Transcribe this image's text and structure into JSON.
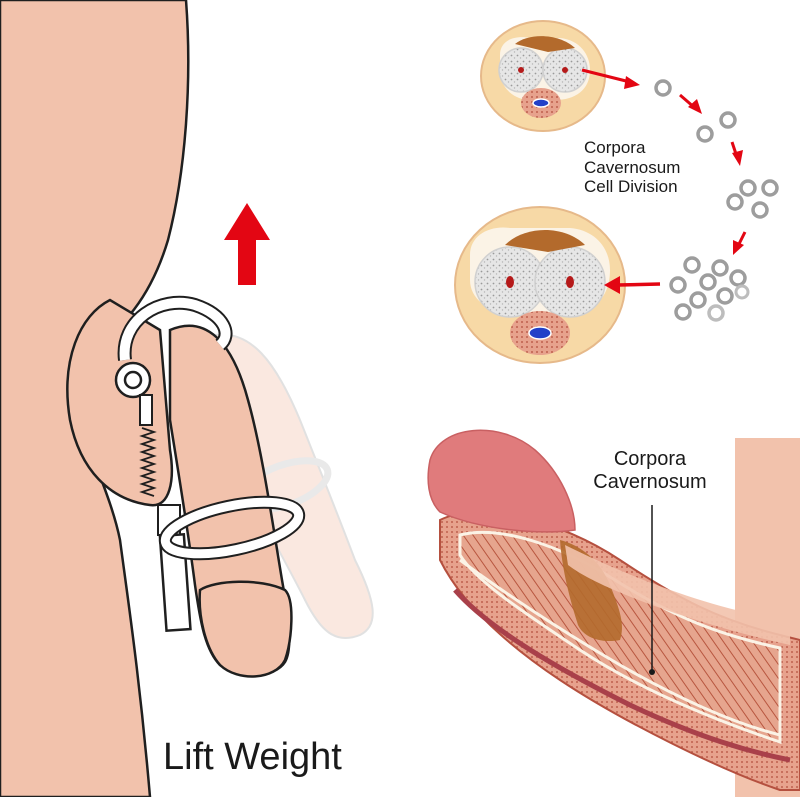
{
  "labels": {
    "cell_division": [
      "Corpora",
      "Cavernosum",
      "Cell Division"
    ],
    "corpora_cavernosum": [
      "Corpora",
      "Cavernosum"
    ],
    "lift_weight": "Lift Weight"
  },
  "colors": {
    "skin": "#f2c2ac",
    "skin_outline": "#1f1f1f",
    "ghost_skin": "#f8e2d8",
    "arrow_red": "#e30613",
    "glans": "#e07b7c",
    "tissue": "#e8a98f",
    "tissue_dark": "#b5503f",
    "membrane": "#fbf3e6",
    "cell_gray": "#9d9d9d",
    "sponge": "#dcdcdc",
    "brown": "#b36a2c",
    "blue": "#2240c8"
  }
}
